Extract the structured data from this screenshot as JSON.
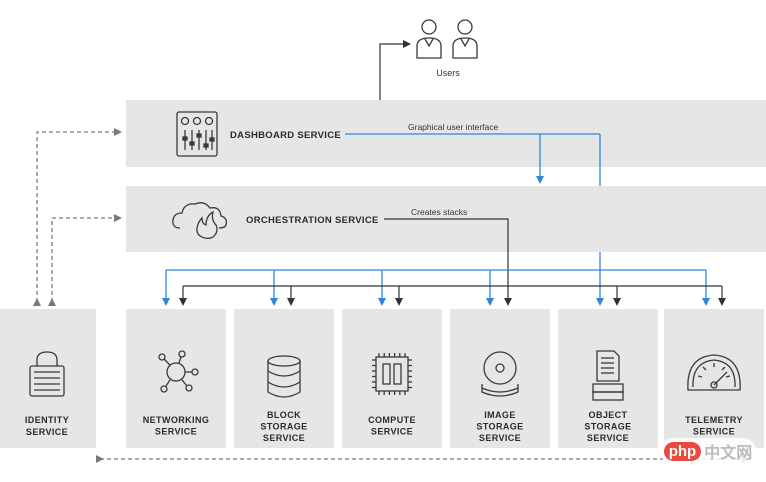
{
  "users": {
    "label": "Users"
  },
  "dashboard": {
    "label": "DASHBOARD SERVICE",
    "note": "Graphical user interface"
  },
  "orchestration": {
    "label": "ORCHESTRATION SERVICE",
    "note": "Creates stacks"
  },
  "identity": {
    "line1": "IDENTITY",
    "line2": "SERVICE"
  },
  "services": [
    {
      "lines": [
        "NETWORKING",
        "SERVICE"
      ],
      "icon": "networking-icon"
    },
    {
      "lines": [
        "BLOCK",
        "STORAGE",
        "SERVICE"
      ],
      "icon": "database-icon"
    },
    {
      "lines": [
        "COMPUTE",
        "SERVICE"
      ],
      "icon": "chip-icon"
    },
    {
      "lines": [
        "IMAGE",
        "STORAGE",
        "SERVICE"
      ],
      "icon": "disk-image-icon"
    },
    {
      "lines": [
        "OBJECT",
        "STORAGE",
        "SERVICE"
      ],
      "icon": "document-stack-icon"
    },
    {
      "lines": [
        "TELEMETRY",
        "SERVICE"
      ],
      "icon": "gauge-icon"
    }
  ],
  "watermark": {
    "brand": "php",
    "site": "中文网"
  },
  "colors": {
    "box": "#e6e6e6",
    "blue_arrow": "#2e86de",
    "dark_arrow": "#333333",
    "dashed": "#7a7a7a",
    "icon_stroke": "#3a3a3a"
  }
}
